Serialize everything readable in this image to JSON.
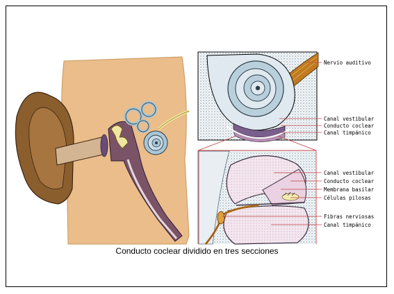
{
  "labels": {
    "nervio_auditivo": "Nervio auditivo",
    "canal_vestibular_top": "Canal vestibular",
    "conducto_coclear_top": "Conducto coclear",
    "canal_timpanico_top": "Canal timpánico",
    "canal_vestibular_bottom": "Canal vestibular",
    "conducto_coclear_bottom": "Conducto coclear",
    "membrana_basilar": "Membrana basilar",
    "celulas_pilosas": "Células pilosas",
    "fibras_nerviosas": "Fibras nerviosas",
    "canal_timpanico_bottom": "Canal timpánico"
  },
  "caption": "Conducto coclear dividido en tres secciones",
  "colors": {
    "skin": "#eabd8a",
    "ear": "#8b5e2e",
    "cochlea": "#a9c6d6",
    "purple": "#6a4b7a",
    "guide_line": "#c04040",
    "nerve": "#c07a20"
  }
}
